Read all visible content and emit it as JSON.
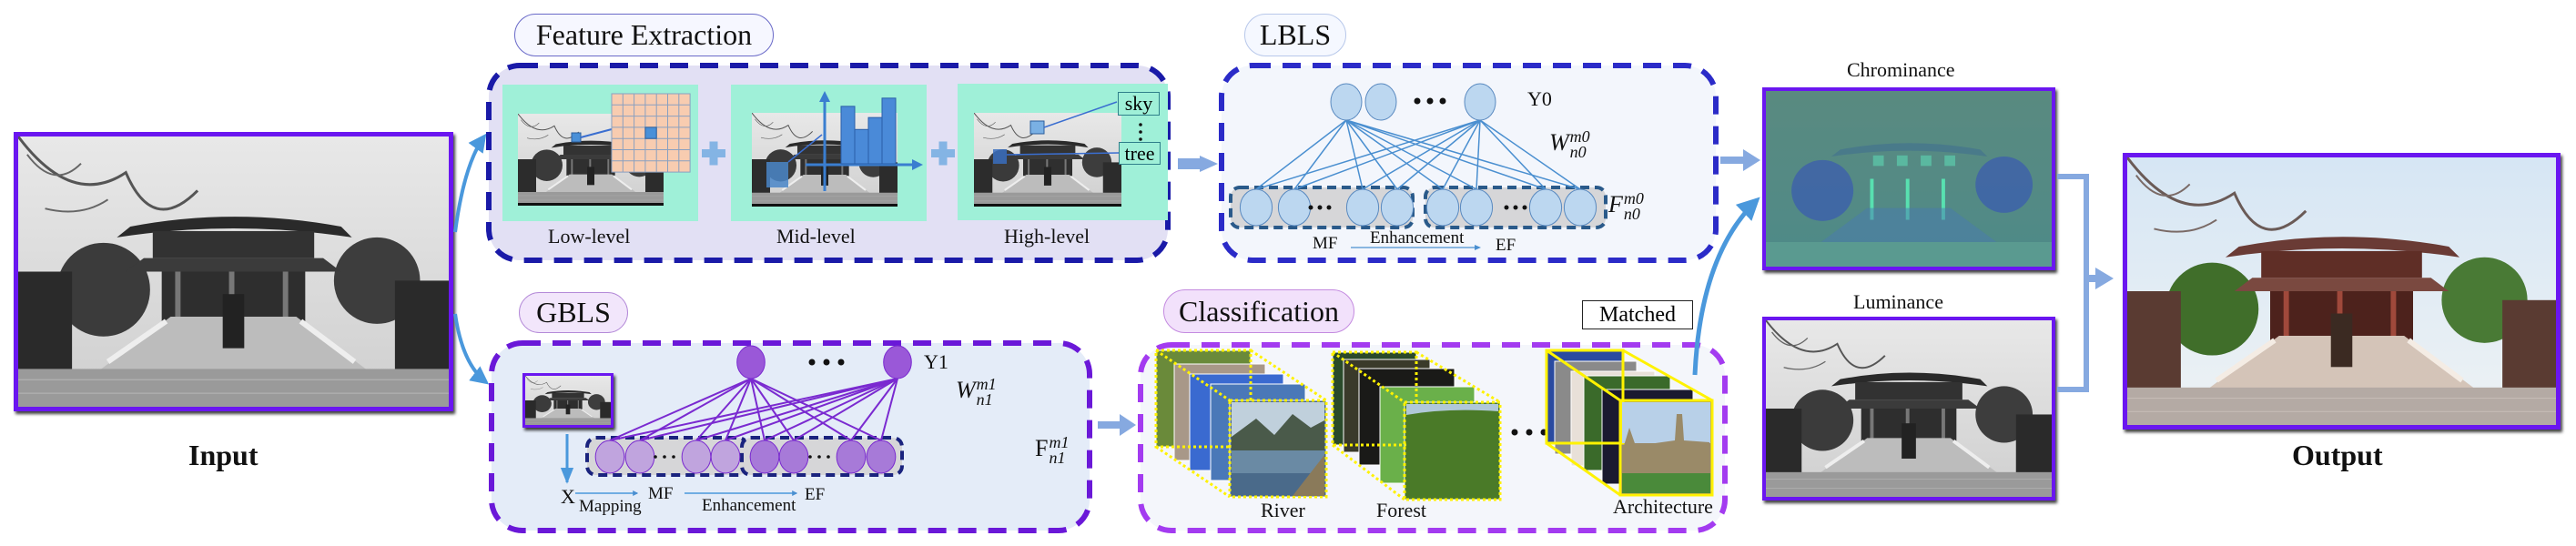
{
  "stages": {
    "input": {
      "label": "Input",
      "image": "grayscale-temple-photo"
    },
    "feature_extraction": {
      "title": "Feature Extraction",
      "levels": [
        {
          "label": "Low-level",
          "visual": "pixel-grid"
        },
        {
          "label": "Mid-level",
          "visual": "histogram"
        },
        {
          "label": "High-level",
          "visual": "semantic-tags",
          "tags": [
            "sky",
            "⋮",
            "tree"
          ]
        }
      ],
      "connector_symbol": "plus"
    },
    "lbls": {
      "title": "LBLS",
      "output_label": "Y0",
      "weight_symbol": {
        "base": "W",
        "sup": "m0",
        "sub": "n0"
      },
      "feature_symbol": {
        "base": "F",
        "sup": "m0",
        "sub": "n0"
      },
      "mf_label": "MF",
      "enhancement_label": "Enhancement",
      "ef_label": "EF",
      "ellipsis": "• • •"
    },
    "gbls": {
      "title": "GBLS",
      "output_label": "Y1",
      "weight_symbol": {
        "base": "W",
        "sup": "m1",
        "sub": "n1"
      },
      "feature_symbol": {
        "base": "F",
        "sup": "m1",
        "sub": "n1"
      },
      "input_label": "X",
      "mapping_label": "Mapping",
      "mf_label": "MF",
      "enhancement_label": "Enhancement",
      "ef_label": "EF",
      "ellipsis": "• • •"
    },
    "classification": {
      "title": "Classification",
      "matched_label": "Matched",
      "classes": [
        {
          "label": "River"
        },
        {
          "label": "Forest"
        },
        {
          "label": "Architecture",
          "matched": true
        }
      ],
      "ellipsis": "• • •"
    },
    "chrominance": {
      "label": "Chrominance"
    },
    "luminance": {
      "label": "Luminance"
    },
    "output": {
      "label": "Output"
    }
  },
  "colors": {
    "frame_purple": "#6a12f0",
    "feature_border": "#1a1aa8",
    "feature_fill": "#e2e0f4",
    "panel_mint": "#9ff0d8",
    "lbls_border": "#2b2bc8",
    "lbls_fill": "#f3f6fc",
    "lbls_node": "#bcd7f0",
    "lbls_line": "#4a8fd0",
    "gbls_border": "#6a18d8",
    "gbls_fill": "#e4ecf8",
    "gbls_node_top": "#9a58d8",
    "gbls_node_mf": "#c0a4de",
    "gbls_node_ef": "#a77ad8",
    "gbls_line": "#7a2ad0",
    "cls_border": "#a33bf0",
    "cls_fill": "#f4f6fb",
    "arrow_blue": "#86a9e0",
    "arrow_bright": "#4a98dc",
    "grid_peach": "#f8ccb0",
    "yellow": "#fff200"
  }
}
